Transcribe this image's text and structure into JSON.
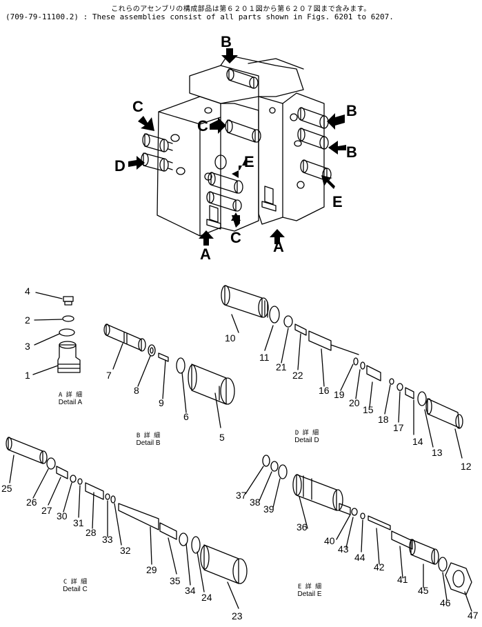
{
  "header": {
    "japanese": "これらのアセンブリの構成部品は第６２０１図から第６２０７図まで含みます。",
    "english": "(709-79-11100.2) : These assemblies consist of all parts shown in Figs. 6201 to 6207."
  },
  "assembly_labels": [
    "B",
    "C",
    "B",
    "C",
    "B",
    "D",
    "E",
    "E",
    "C",
    "A",
    "A"
  ],
  "details": {
    "a": {
      "jp": "A 詳 細",
      "en": "Detail A"
    },
    "b": {
      "jp": "B 詳 細",
      "en": "Detail B"
    },
    "c": {
      "jp": "C 詳 細",
      "en": "Detail C"
    },
    "d": {
      "jp": "D 詳 細",
      "en": "Detail D"
    },
    "e": {
      "jp": "E 詳 細",
      "en": "Detail E"
    }
  },
  "part_numbers": {
    "p1": "1",
    "p2": "2",
    "p3": "3",
    "p4": "4",
    "p5": "5",
    "p6": "6",
    "p7": "7",
    "p8": "8",
    "p9": "9",
    "p10": "10",
    "p11": "11",
    "p12": "12",
    "p13": "13",
    "p14": "14",
    "p15": "15",
    "p16": "16",
    "p17": "17",
    "p18": "18",
    "p19": "19",
    "p20": "20",
    "p21": "21",
    "p22": "22",
    "p23": "23",
    "p24": "24",
    "p25": "25",
    "p26": "26",
    "p27": "27",
    "p28": "28",
    "p29": "29",
    "p30": "30",
    "p31": "31",
    "p32": "32",
    "p33": "33",
    "p34": "34",
    "p35": "35",
    "p36": "36",
    "p37": "37",
    "p38": "38",
    "p39": "39",
    "p40": "40",
    "p41": "41",
    "p42": "42",
    "p43": "43",
    "p44": "44",
    "p45": "45",
    "p46": "46",
    "p47": "47"
  }
}
